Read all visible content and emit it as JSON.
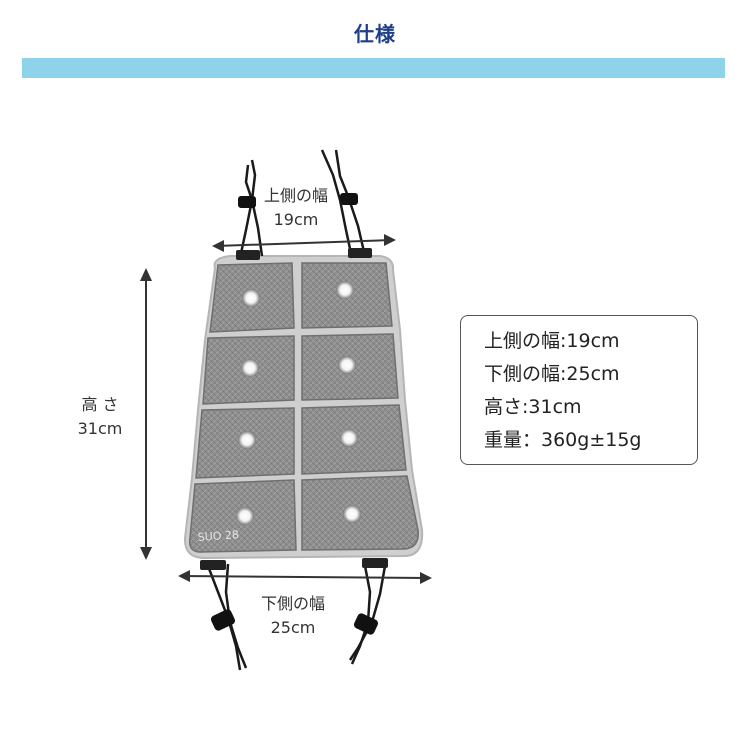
{
  "header": {
    "title": "仕様",
    "bar_color": "#8fd3ea",
    "title_color": "#1f3f8a"
  },
  "dimensions": {
    "top_width": {
      "label": "上側の幅",
      "value": "19cm"
    },
    "bottom_width": {
      "label": "下側の幅",
      "value": "25cm"
    },
    "height": {
      "label": "高 さ",
      "value": "31cm"
    }
  },
  "product": {
    "brand_mark": "SUO 28",
    "panel_color": "#8e8e8e",
    "cord_color": "#1a1a1a"
  },
  "specs": [
    "上側の幅:19cm",
    "下側の幅:25cm",
    "高さ:31cm",
    "重量：360g±15g"
  ]
}
